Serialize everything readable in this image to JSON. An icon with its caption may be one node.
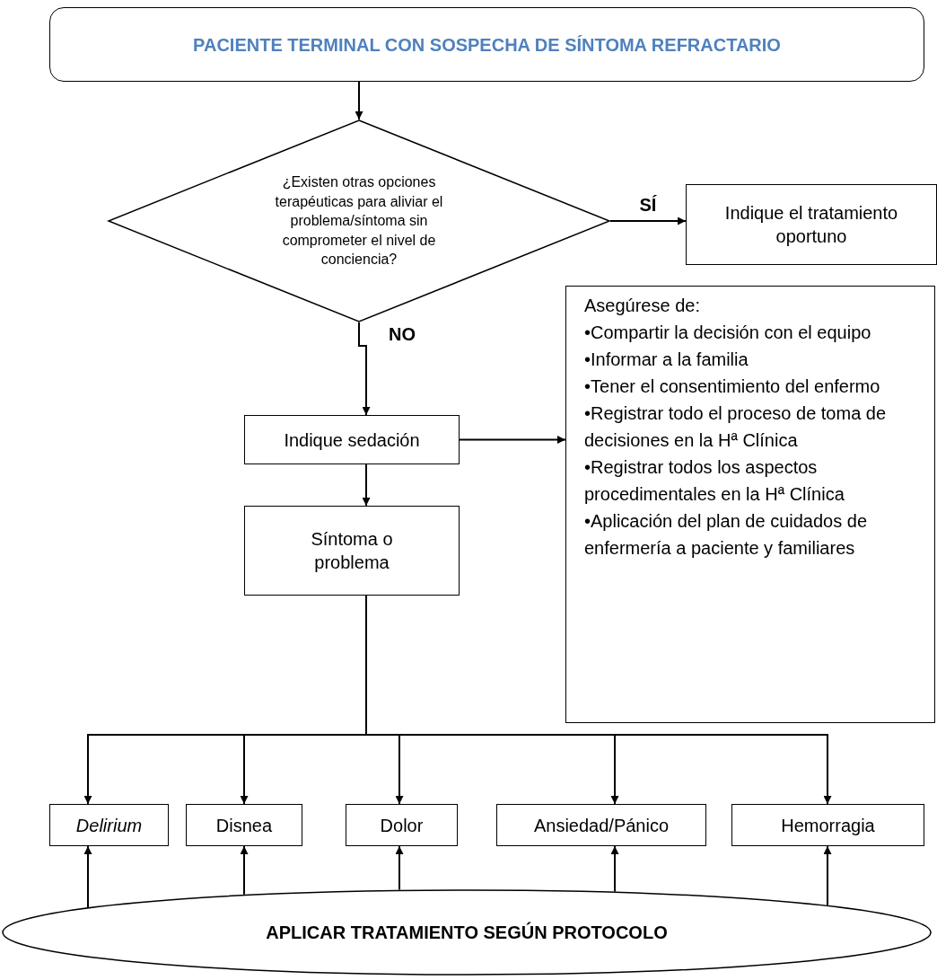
{
  "diagram": {
    "nodes": [
      {
        "text": [
          "PACIENTE TERMINAL CON SOSPECHA DE SÍNTOMA REFRACTARIO"
        ]
      },
      {
        "text": [
          "¿Existen otras opciones terapéuticas para aliviar el problema/síntoma sin comprometer el nivel de conciencia?"
        ]
      },
      {
        "text": [
          "Indique el tratamiento oportuno"
        ]
      },
      {
        "text": [
          "Asegúrese de:",
          "•Compartir la decisión con el equipo",
          "•Informar a la familia",
          "•Tener el consentimiento del enfermo",
          "•Registrar todo el proceso de toma de decisiones en la Hª Clínica",
          "•Registrar todos los aspectos procedimentales en la Hª Clínica",
          "•Aplicación del plan de cuidados de enfermería a paciente y familiares"
        ]
      },
      {
        "text": [
          "Indique sedación"
        ]
      },
      {
        "text": [
          "Síntoma o problema"
        ]
      },
      {
        "text": [
          "Delirium"
        ]
      },
      {
        "text": [
          "Disnea"
        ]
      },
      {
        "text": [
          "Dolor"
        ]
      },
      {
        "text": [
          "Ansiedad/Pánico"
        ]
      },
      {
        "text": [
          "Hemorragia"
        ]
      },
      {
        "text": [
          "APLICAR TRATAMIENTO SEGÚN PROTOCOLO"
        ]
      }
    ],
    "edges": [
      {
        "from": 0,
        "to": 1,
        "arrow": "to"
      },
      {
        "from": 1,
        "to": 2,
        "arrow": "to",
        "label": "SÍ"
      },
      {
        "from": 1,
        "to": 4,
        "arrow": "to",
        "label": "NO"
      },
      {
        "from": 4,
        "to": 3,
        "arrow": "to"
      },
      {
        "from": 4,
        "to": 5,
        "arrow": "to"
      },
      {
        "from": 5,
        "to": 6,
        "arrow": "to"
      },
      {
        "from": 5,
        "to": 7,
        "arrow": "to"
      },
      {
        "from": 5,
        "to": 8,
        "arrow": "to"
      },
      {
        "from": 5,
        "to": 9,
        "arrow": "to"
      },
      {
        "from": 5,
        "to": 10,
        "arrow": "to"
      },
      {
        "from": 11,
        "to": 6,
        "arrow": "to"
      },
      {
        "from": 11,
        "to": 7,
        "arrow": "to"
      },
      {
        "from": 11,
        "to": 8,
        "arrow": "to"
      },
      {
        "from": 11,
        "to": 9,
        "arrow": "to"
      },
      {
        "from": 11,
        "to": 10,
        "arrow": "to"
      }
    ]
  }
}
